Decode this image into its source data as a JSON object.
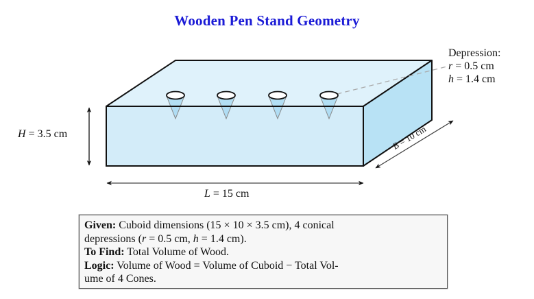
{
  "title": "Wooden Pen Stand Geometry",
  "colors": {
    "title": "#1a1ad6",
    "front_face": "#d3ecf9",
    "top_face": "#dff2fb",
    "side_face": "#b8e2f5",
    "cone_fill": "#a8daf3",
    "edge": "#111111",
    "leader": "#aaaaaa",
    "box_border": "#555555",
    "box_bg": "#f7f7f7"
  },
  "labels": {
    "depression_title": "Depression:",
    "depression_r_var": "r",
    "depression_r_val": " = 0.5 cm",
    "depression_h_var": "h",
    "depression_h_val": " = 1.4 cm",
    "height_var": "H",
    "height_val": " = 3.5 cm",
    "length_var": "L",
    "length_val": " = 15 cm",
    "breadth_var": "B",
    "breadth_val": " = 10 cm"
  },
  "info": {
    "given_label": "Given:",
    "given_text_1": " Cuboid dimensions (15 × 10 × 3.5 cm), 4 conical",
    "given_text_2a": "depressions (",
    "given_r": "r",
    "given_text_2b": " = 0.5 cm, ",
    "given_h": "h",
    "given_text_2c": " = 1.4 cm).",
    "find_label": "To Find:",
    "find_text": " Total Volume of Wood.",
    "logic_label": "Logic:",
    "logic_text_1": " Volume of Wood = Volume of Cuboid − Total Vol-",
    "logic_text_2": "ume of 4 Cones."
  },
  "geometry": {
    "cuboid": {
      "length_cm": 15,
      "breadth_cm": 10,
      "height_cm": 3.5
    },
    "cones": {
      "count": 4,
      "radius_cm": 0.5,
      "height_cm": 1.4
    }
  }
}
